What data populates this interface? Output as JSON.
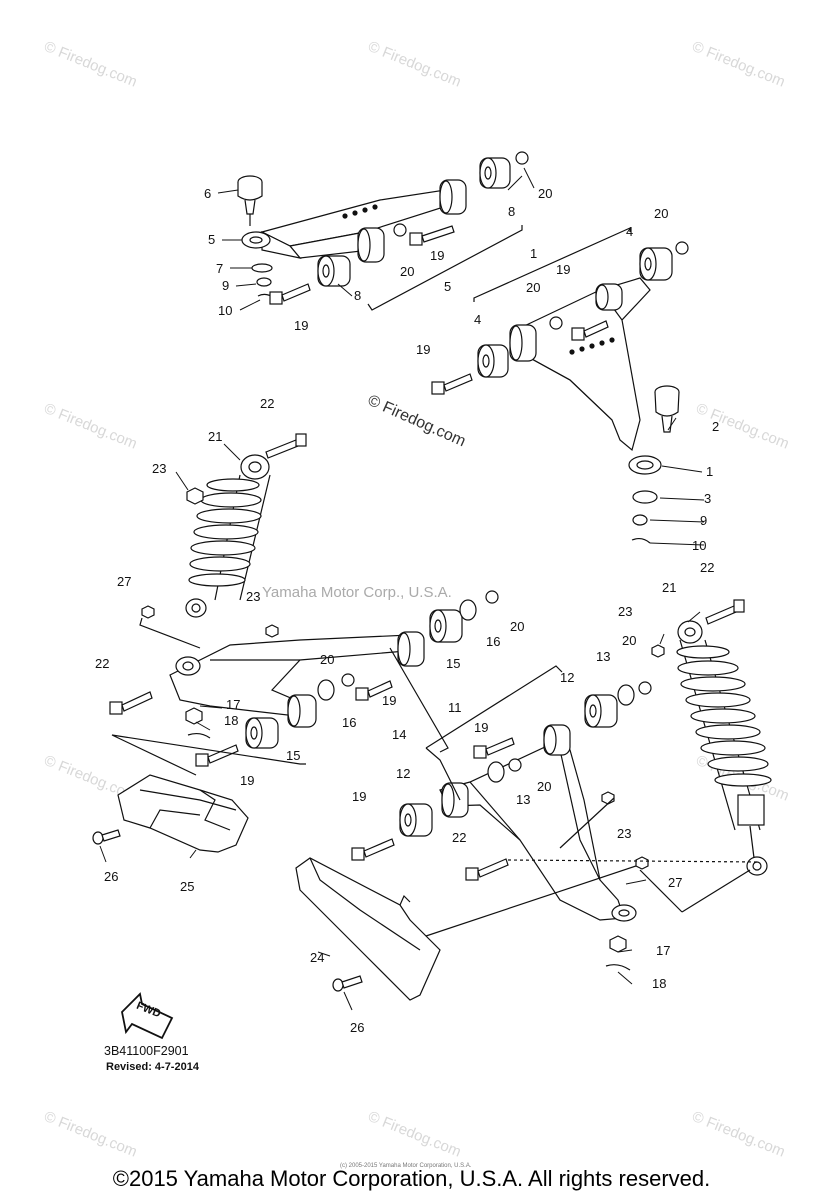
{
  "watermarks": [
    "© Firedog.com",
    "© Firedog.com",
    "© Firedog.com",
    "© Firedog.com",
    "© Firedog.com",
    "© Firedog.com",
    "© Firedog.com",
    "© Firedog.com",
    "© Firedog.com",
    "© Firedog.com"
  ],
  "center_watermark": "© Firedog.com",
  "yamaha_watermark": "Yamaha Motor Corp., U.S.A.",
  "callouts": [
    "1",
    "2",
    "3",
    "4",
    "5",
    "6",
    "7",
    "8",
    "9",
    "10",
    "11",
    "12",
    "13",
    "14",
    "15",
    "16",
    "17",
    "18",
    "19",
    "20",
    "21",
    "22",
    "23",
    "24",
    "25",
    "26",
    "27"
  ],
  "fwd_label": "FWD",
  "diagram_code": "3B41100F2901",
  "revised": "Revised: 4-7-2014",
  "tiny_copyright": "(c) 2005-2015 Yamaha Motor Corporation, U.S.A.",
  "copyright": "©2015 Yamaha Motor Corporation, U.S.A. All rights reserved.",
  "colors": {
    "line": "#111111",
    "watermark": "#d8d8d8",
    "background": "#ffffff"
  }
}
